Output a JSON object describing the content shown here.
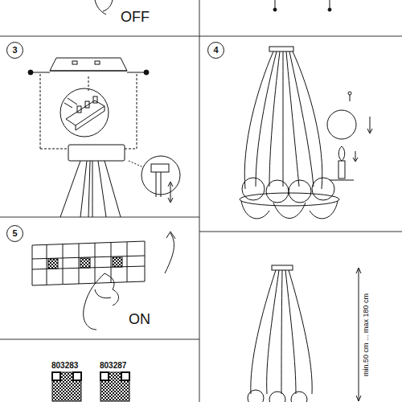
{
  "diagram": {
    "nodes": [
      {
        "text": [
          "3"
        ]
      },
      {
        "text": [
          "4"
        ]
      },
      {
        "text": [
          "5"
        ]
      }
    ],
    "labels": [
      "OFF",
      "ON",
      "803283",
      "803287",
      "min.50 cm ... max 180 cm"
    ]
  }
}
